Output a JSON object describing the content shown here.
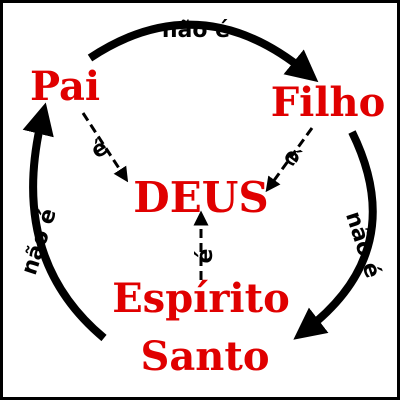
{
  "nodes": {
    "pai": "Pai",
    "filho": "Filho",
    "deus": "DEUS",
    "espirito_line1": "Espírito",
    "espirito_line2": "Santo"
  },
  "relations": {
    "is": "é",
    "is_not": "não é"
  },
  "colors": {
    "node_text": "#e00000",
    "relation_text": "#000000",
    "arrows": "#000000",
    "border": "#000000"
  }
}
